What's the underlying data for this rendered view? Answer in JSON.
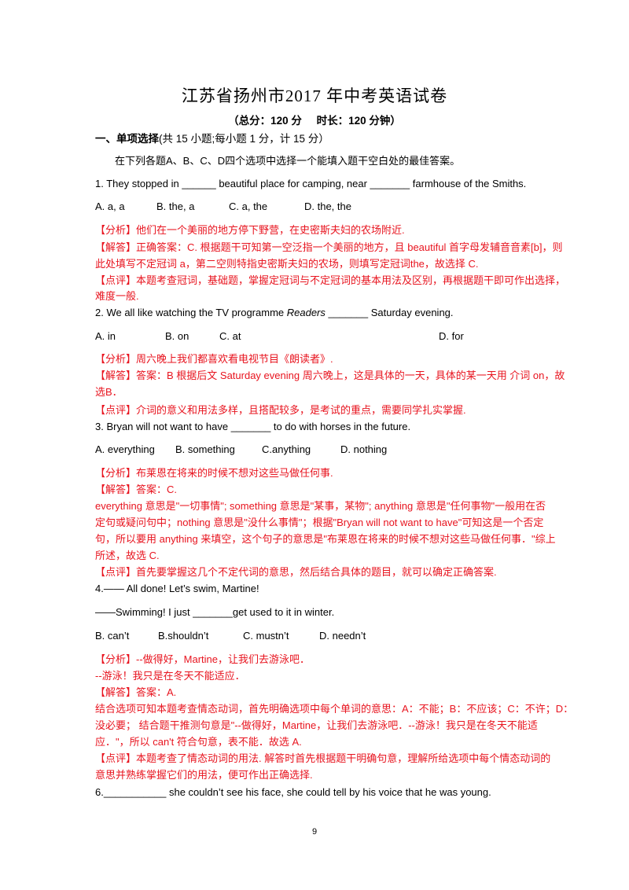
{
  "title": "江苏省扬州市2017 年中考英语试卷",
  "subtitle": "（总分：120 分     时长：120 分钟）",
  "section": {
    "heading": "一、单项选择",
    "heading_note": "(共 15 小题;每小题 1 分，计 15 分）",
    "instruction": "在下列各题A、B、C、D四个选项中选择一个能填入题干空白处的最佳答案。"
  },
  "q1": {
    "stem": "1. They stopped in ______ beautiful place for camping, near _______ farmhouse of the Smiths.",
    "options": [
      "A. a, a",
      "B. the, a",
      "C. a, the",
      "D. the, the"
    ],
    "analysis": "【分析】他们在一个美丽的地方停下野营，在史密斯夫妇的农场附近.",
    "answer_l1": "【解答】正确答案：C. 根据题干可知第一空泛指一个美丽的地方，且 beautiful 首字母发辅音音素[b]，则",
    "answer_l2": "此处填写不定冠词 a，第二空则特指史密斯夫妇的农场，则填写定冠词the，故选择 C.",
    "comment_l1": "【点评】本题考查冠词，基础题，掌握定冠词与不定冠词的基本用法及区别，再根据题干即可作出选择，",
    "comment_l2": "难度一般."
  },
  "q2": {
    "stem_a": "2. We all like watching the TV programme ",
    "stem_italic": "Readers",
    "stem_b": " _______ Saturday evening.",
    "options": [
      "A. in",
      "B. on",
      "C. at",
      "D. for"
    ],
    "analysis": "【分析】周六晚上我们都喜欢看电视节目《朗读者》.",
    "answer_l1": "【解答】答案：B 根据后文 Saturday evening 周六晚上，这是具体的一天，具体的某一天用 介词 on，故",
    "answer_l2": "选B．",
    "comment": "【点评】介词的意义和用法多样，且搭配较多，是考试的重点，需要同学扎实掌握."
  },
  "q3": {
    "stem": "3. Bryan will not want to have _______ to do with horses in the future.",
    "options": [
      "A. everything",
      "B. something",
      "C.anything",
      "D. nothing"
    ],
    "analysis": "【分析】布莱恩在将来的时候不想对这些马做任何事.",
    "answer": "【解答】答案：C.",
    "exp_l1": "everything 意思是\"一切事情\"; something 意思是\"某事，某物\"; anything 意思是\"任何事物\"一般用在否",
    "exp_l2": "定句或疑问句中；nothing 意思是\"没什么事情\"；根据\"Bryan will not want to have\"可知这是一个否定",
    "exp_l3": "句，所以要用 anything 来填空，这个句子的意思是\"布莱恩在将来的时候不想对这些马做任何事．\"综上",
    "exp_l4": "所述，故选 C.",
    "comment": "【点评】首先要掌握这几个不定代词的意思，然后结合具体的题目，就可以确定正确答案."
  },
  "q4": {
    "stem_l1": "4.—— All done! Let’s swim, Martine!",
    "stem_l2": "——Swimming! I just _______get used to it in winter.",
    "options": [
      "B. can’t",
      "B.shouldn’t",
      "C. mustn’t",
      "D. needn’t"
    ],
    "analysis_l1": "【分析】--做得好，Martine，让我们去游泳吧．",
    "analysis_l2": "--游泳！我只是在冬天不能适应．",
    "answer": "【解答】答案：A.",
    "exp_l1": "结合选项可知本题考查情态动词，首先明确选项中每个单词的意思：A：不能；B：不应该；C：不许；D：",
    "exp_l2": "没必要；  结合题干推测句意是\"--做得好，Martine，让我们去游泳吧．--游泳！我只是在冬天不能适",
    "exp_l3": "应．\"，所以  can't 符合句意，表不能．故选 A.",
    "comment_l1": "【点评】本题考查了情态动词的用法. 解答时首先根据题干明确句意，理解所给选项中每个情态动词的",
    "comment_l2": "意思并熟练掌握它们的用法，便可作出正确选择."
  },
  "q6": {
    "stem": "6.___________ she couldn’t see his face, she could tell by his voice that he was young."
  },
  "page_number": "9"
}
